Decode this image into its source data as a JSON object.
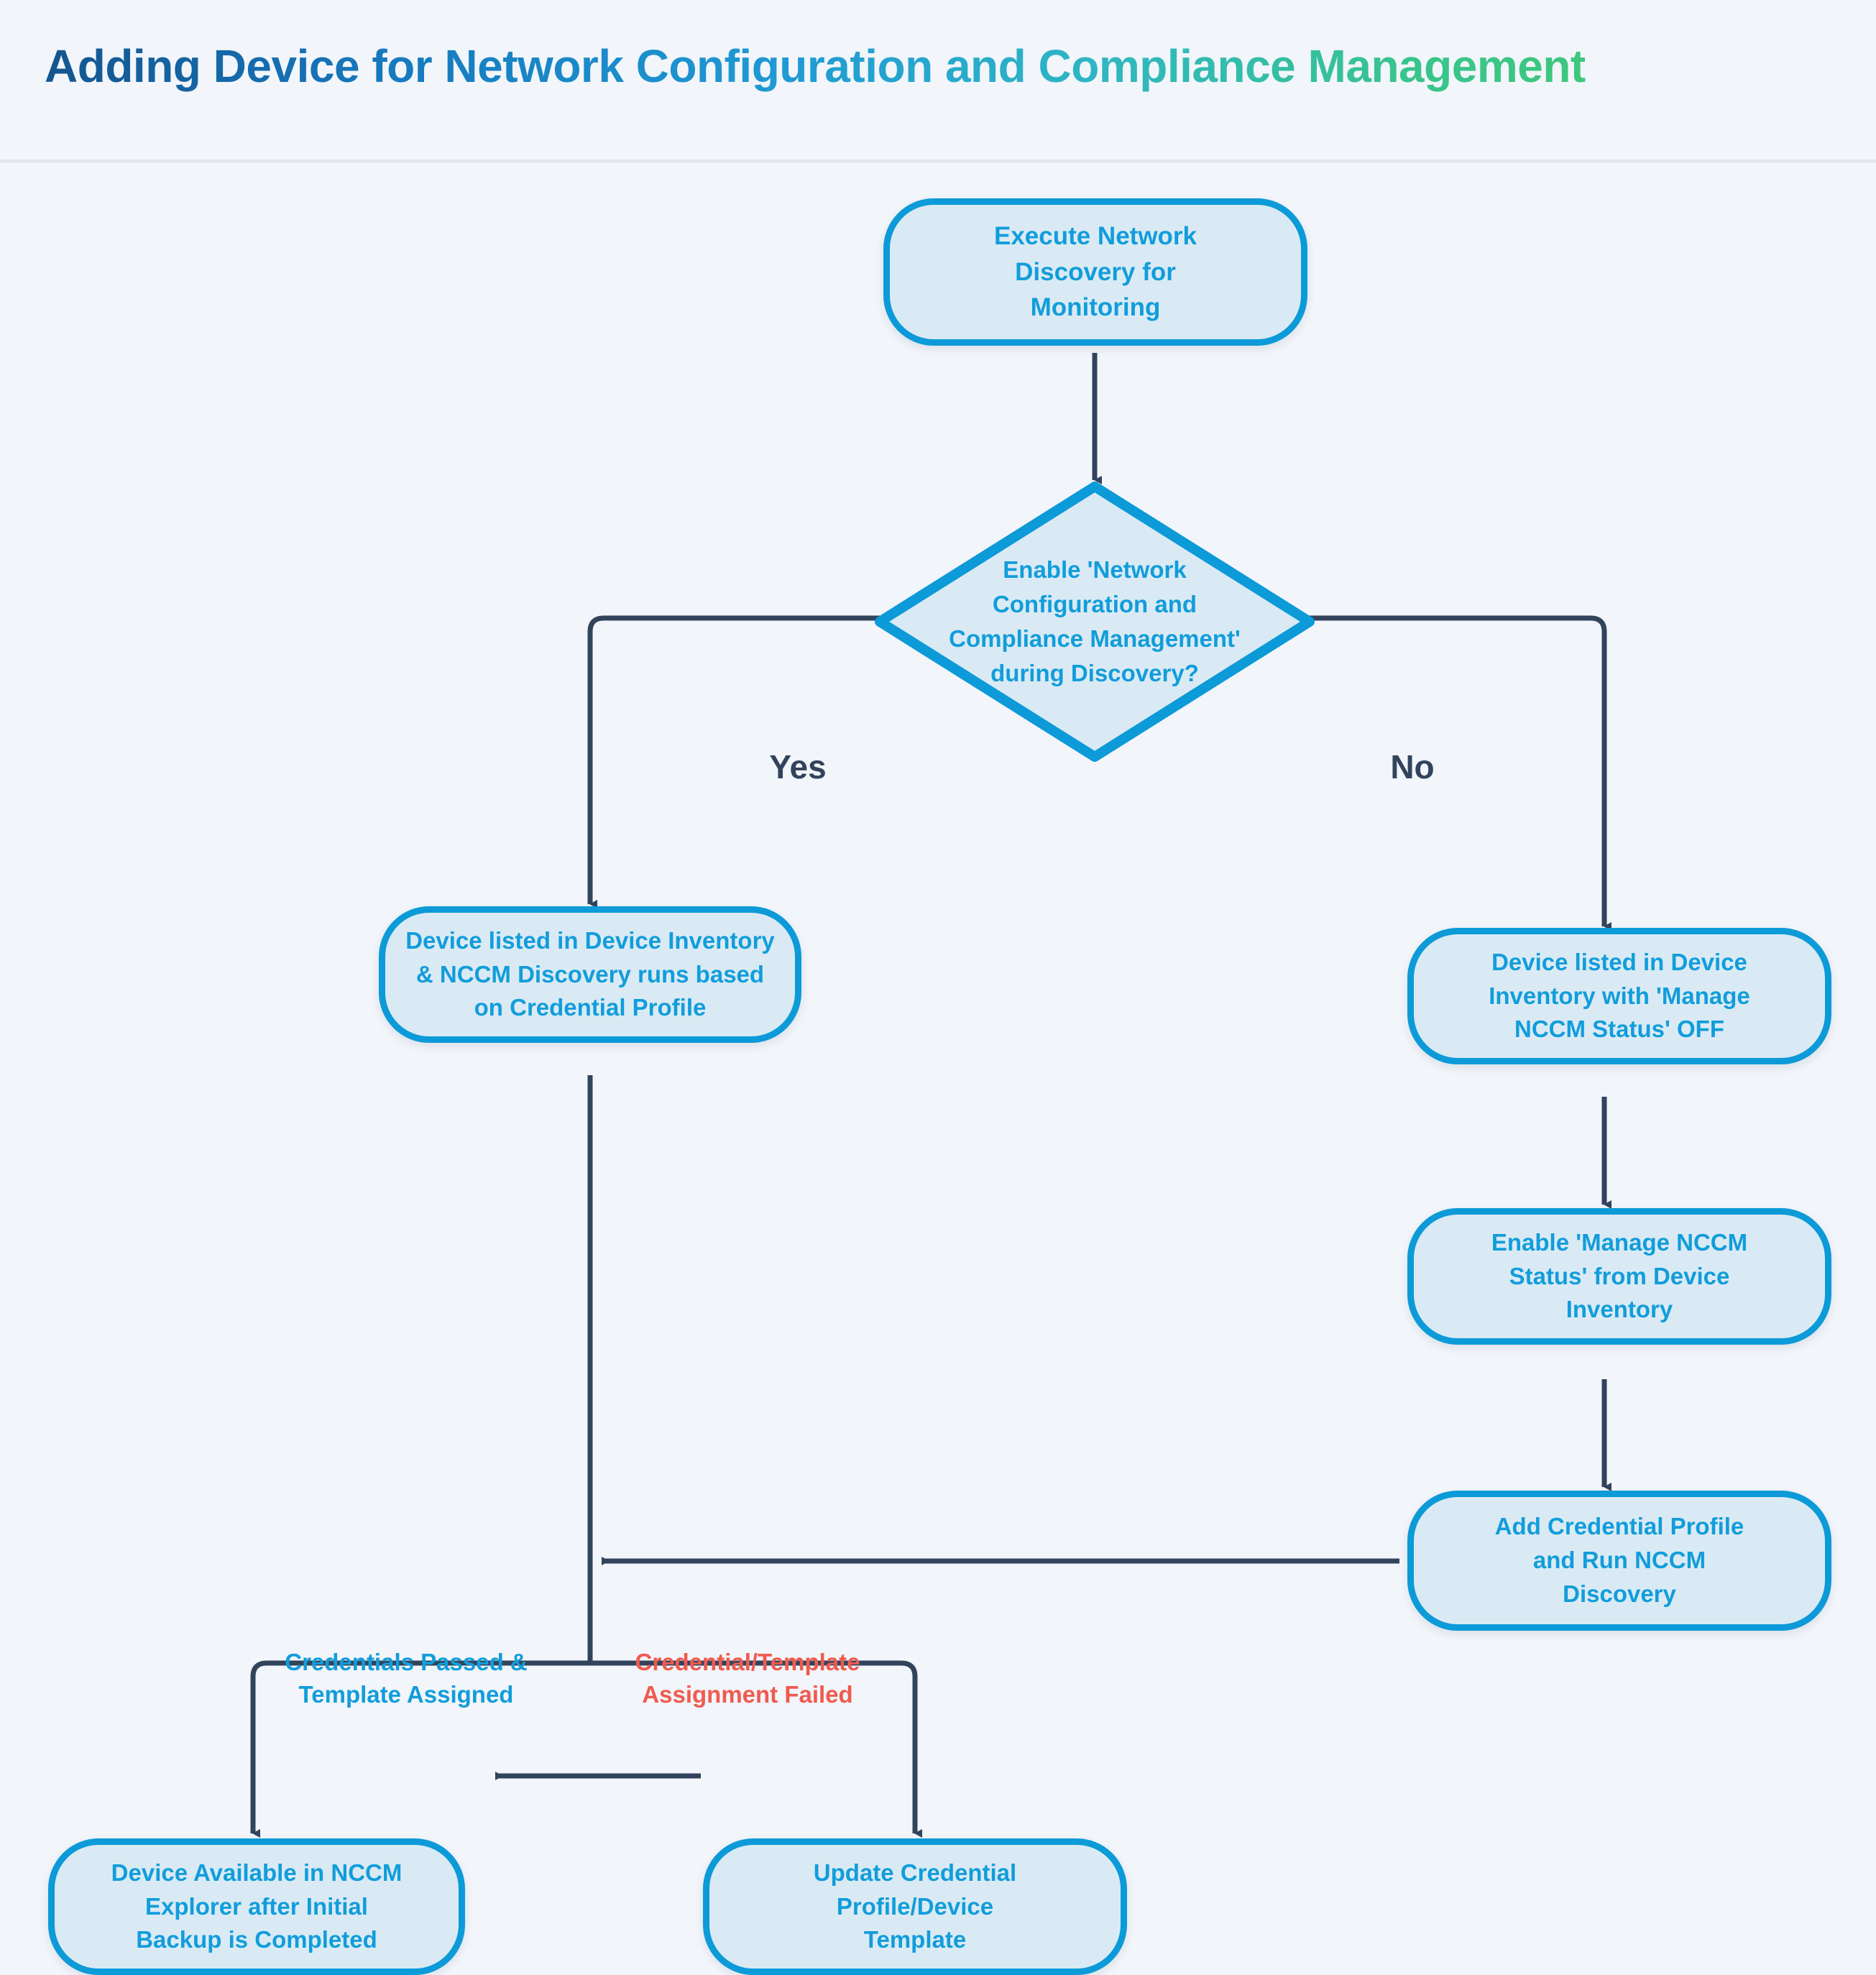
{
  "header": {
    "title": "Adding Device for Network Configuration and Compliance Management"
  },
  "colors": {
    "background": "#f2f5fa",
    "node_fill": "#daeaf4",
    "node_border": "#0c9ad8",
    "node_text": "#119ddb",
    "edge_stroke": "#32445c",
    "branch_label": "#32445c",
    "success_label": "#119ddb",
    "failure_label": "#f05a4f",
    "title_gradient_start": "#14558f",
    "title_gradient_end": "#3ec77d"
  },
  "flow": {
    "type": "flowchart",
    "nodes": [
      {
        "id": "start",
        "shape": "stadium",
        "text": "Execute Network\nDiscovery for\nMonitoring"
      },
      {
        "id": "decision",
        "shape": "diamond",
        "text": "Enable 'Network\nConfiguration and\nCompliance Management'\nduring Discovery?"
      },
      {
        "id": "yes-listed",
        "shape": "stadium",
        "text": "Device listed in Device Inventory\n& NCCM Discovery runs based\non Credential Profile"
      },
      {
        "id": "no-listed",
        "shape": "stadium",
        "text": "Device listed in Device\nInventory with 'Manage\nNCCM Status' OFF"
      },
      {
        "id": "enable-nccm",
        "shape": "stadium",
        "text": "Enable 'Manage NCCM\nStatus' from Device\nInventory"
      },
      {
        "id": "add-cred",
        "shape": "stadium",
        "text": "Add Credential Profile\nand Run NCCM\nDiscovery"
      },
      {
        "id": "available",
        "shape": "stadium",
        "text": "Device Available in NCCM\nExplorer after Initial\nBackup is Completed"
      },
      {
        "id": "update-cred",
        "shape": "stadium",
        "text": "Update Credential\nProfile/Device\nTemplate"
      }
    ],
    "edges": [
      {
        "from": "start",
        "to": "decision",
        "label": ""
      },
      {
        "from": "decision",
        "to": "yes-listed",
        "label": "Yes"
      },
      {
        "from": "decision",
        "to": "no-listed",
        "label": "No"
      },
      {
        "from": "no-listed",
        "to": "enable-nccm",
        "label": ""
      },
      {
        "from": "enable-nccm",
        "to": "add-cred",
        "label": ""
      },
      {
        "from": "add-cred",
        "to": "yes-listed",
        "label": ""
      },
      {
        "from": "yes-listed",
        "to": "available",
        "label": "Credentials Passed &\nTemplate Assigned"
      },
      {
        "from": "yes-listed",
        "to": "update-cred",
        "label": "Credential/Template\nAssignment Failed"
      },
      {
        "from": "update-cred",
        "to": "available",
        "label": ""
      }
    ]
  },
  "labels": {
    "yes": "Yes",
    "no": "No",
    "credentials_passed": "Credentials Passed &\nTemplate Assigned",
    "assignment_failed": "Credential/Template\nAssignment Failed"
  },
  "nodes_text": {
    "start": "Execute Network\nDiscovery for\nMonitoring",
    "decision": "Enable 'Network\nConfiguration and\nCompliance Management'\nduring Discovery?",
    "yes_listed": "Device listed in Device Inventory\n& NCCM Discovery runs based\non Credential Profile",
    "no_listed": "Device listed in Device\nInventory with 'Manage\nNCCM Status' OFF",
    "enable_nccm": "Enable 'Manage NCCM\nStatus' from Device\nInventory",
    "add_cred": "Add Credential Profile\nand Run NCCM\nDiscovery",
    "available": "Device Available in NCCM\nExplorer after Initial\nBackup is Completed",
    "update_cred": "Update Credential\nProfile/Device\nTemplate"
  }
}
